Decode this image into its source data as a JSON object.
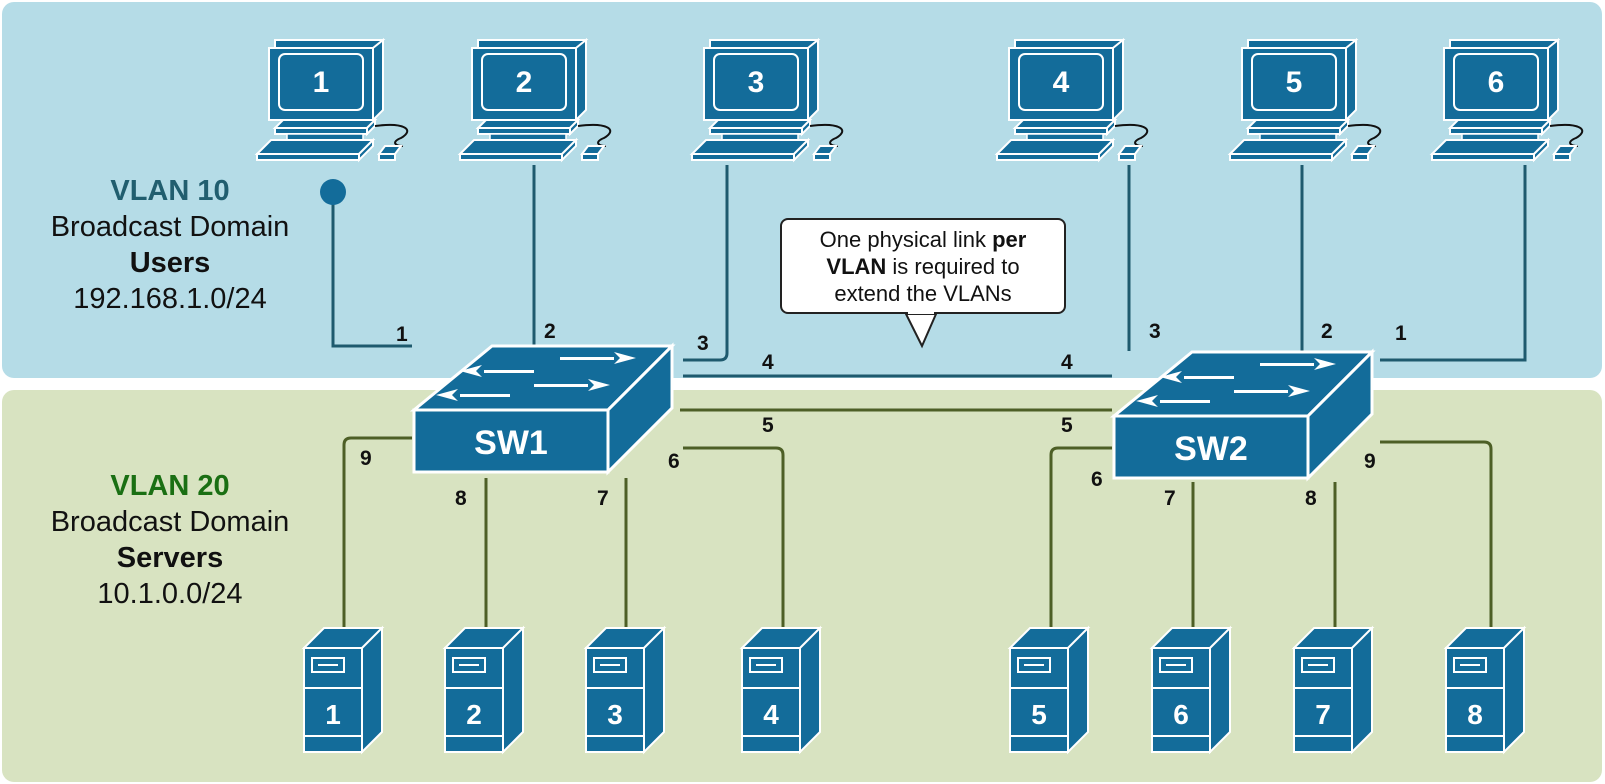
{
  "colors": {
    "vlan10_bg": "#b5dce7",
    "vlan20_bg": "#d8e3c1",
    "device_fill": "#136c9a",
    "vlan10_link": "#1e5a6e",
    "vlan20_link": "#4d5f26",
    "vlan10_title": "#215e6f",
    "vlan20_title": "#1a6f13"
  },
  "vlan10": {
    "title": "VLAN 10",
    "line1": "Broadcast Domain",
    "name": "Users",
    "subnet": "192.168.1.0/24"
  },
  "vlan20": {
    "title": "VLAN 20",
    "line1": "Broadcast Domain",
    "name": "Servers",
    "subnet": "10.1.0.0/24"
  },
  "callout": {
    "pre": "One physical link ",
    "bold1": "per",
    "bold2": "VLAN",
    "post": " is required to",
    "line3": "extend the VLANs"
  },
  "switches": [
    {
      "id": "sw1",
      "label": "SW1"
    },
    {
      "id": "sw2",
      "label": "SW2"
    }
  ],
  "pcs": [
    {
      "label": "1",
      "switch": "SW1",
      "port": "1"
    },
    {
      "label": "2",
      "switch": "SW1",
      "port": "2"
    },
    {
      "label": "3",
      "switch": "SW1",
      "port": "3"
    },
    {
      "label": "4",
      "switch": "SW2",
      "port": "3"
    },
    {
      "label": "5",
      "switch": "SW2",
      "port": "2"
    },
    {
      "label": "6",
      "switch": "SW2",
      "port": "1"
    }
  ],
  "servers": [
    {
      "label": "1",
      "switch": "SW1",
      "port": "9"
    },
    {
      "label": "2",
      "switch": "SW1",
      "port": "8"
    },
    {
      "label": "3",
      "switch": "SW1",
      "port": "7"
    },
    {
      "label": "4",
      "switch": "SW1",
      "port": "6"
    },
    {
      "label": "5",
      "switch": "SW2",
      "port": "6"
    },
    {
      "label": "6",
      "switch": "SW2",
      "port": "7"
    },
    {
      "label": "7",
      "switch": "SW2",
      "port": "8"
    },
    {
      "label": "8",
      "switch": "SW2",
      "port": "9"
    }
  ],
  "trunk_links": [
    {
      "vlan": "10",
      "sw1_port": "4",
      "sw2_port": "4"
    },
    {
      "vlan": "20",
      "sw1_port": "5",
      "sw2_port": "5"
    }
  ],
  "port_labels": {
    "sw1": [
      "1",
      "2",
      "3",
      "4",
      "5",
      "6",
      "7",
      "8",
      "9"
    ],
    "sw2": [
      "1",
      "2",
      "3",
      "4",
      "5",
      "6",
      "7",
      "8",
      "9"
    ]
  }
}
